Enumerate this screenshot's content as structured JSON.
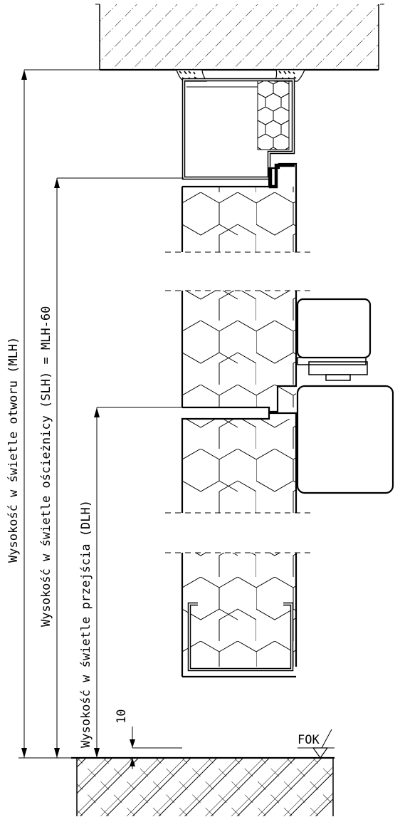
{
  "dimensions": {
    "mlh_label": "Wysokość w świetle otworu (MLH)",
    "slh_label": "Wysokość w świetle ościeżnicy (SLH) = MLH-60",
    "dlh_label": "Wysokość w świetle przejścia (DLH)",
    "gap_label": "10"
  },
  "floor": {
    "label": "FOK"
  },
  "colors": {
    "line": "#000000",
    "background": "#ffffff"
  }
}
